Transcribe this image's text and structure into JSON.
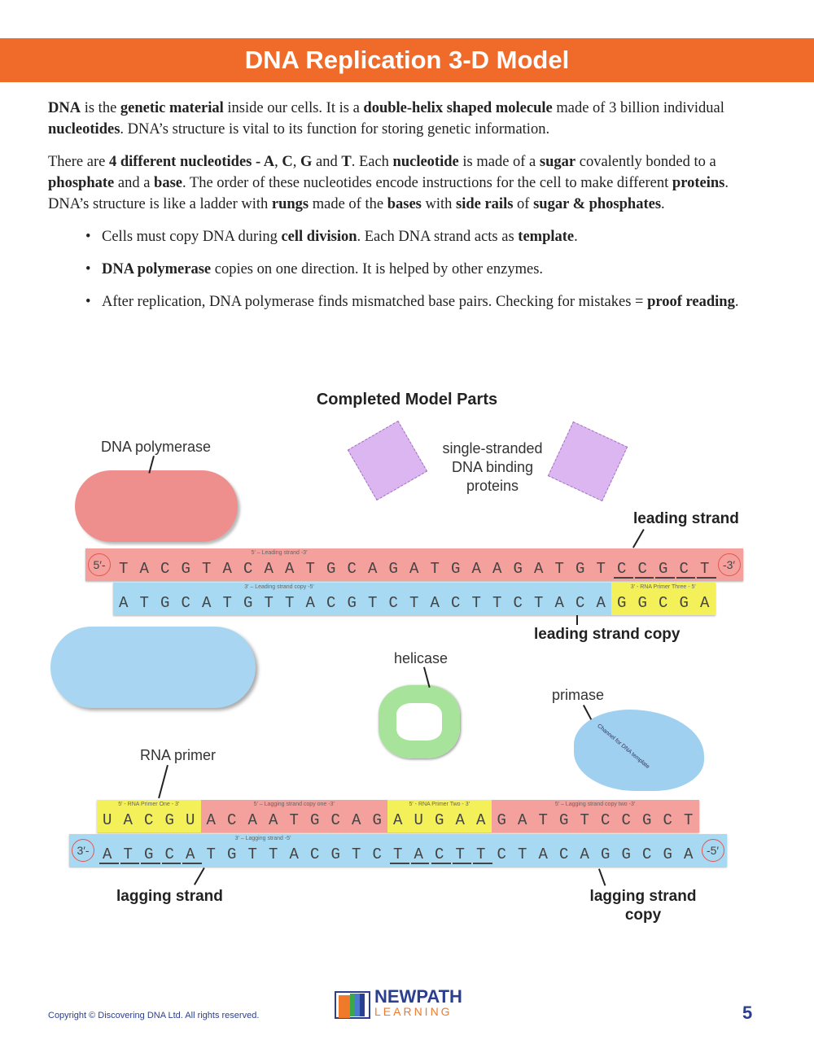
{
  "title": "DNA Replication 3-D Model",
  "paragraphs": [
    [
      {
        "t": "DNA",
        "b": 1
      },
      {
        "t": " is the "
      },
      {
        "t": "genetic material",
        "b": 1
      },
      {
        "t": " inside our cells. It is a "
      },
      {
        "t": "double-helix shaped molecule",
        "b": 1
      },
      {
        "t": " made of 3 billion individual "
      },
      {
        "t": "nucleotides",
        "b": 1
      },
      {
        "t": ". DNA’s structure is vital to its function for storing genetic information."
      }
    ],
    [
      {
        "t": "There are "
      },
      {
        "t": "4 different nucleotides - A",
        "b": 1
      },
      {
        "t": ", "
      },
      {
        "t": "C",
        "b": 1
      },
      {
        "t": ", "
      },
      {
        "t": "G",
        "b": 1
      },
      {
        "t": " and "
      },
      {
        "t": "T",
        "b": 1
      },
      {
        "t": ". Each "
      },
      {
        "t": "nucleotide",
        "b": 1
      },
      {
        "t": " is made of a "
      },
      {
        "t": "sugar",
        "b": 1
      },
      {
        "t": " covalently bonded to a "
      },
      {
        "t": "phosphate",
        "b": 1
      },
      {
        "t": " and a "
      },
      {
        "t": "base",
        "b": 1
      },
      {
        "t": ". The order of these nucleotides encode instructions for the cell to make different "
      },
      {
        "t": "proteins",
        "b": 1
      },
      {
        "t": ". DNA’s structure is like a ladder with "
      },
      {
        "t": "rungs",
        "b": 1
      },
      {
        "t": " made of the "
      },
      {
        "t": "bases",
        "b": 1
      },
      {
        "t": " with "
      },
      {
        "t": "side rails",
        "b": 1
      },
      {
        "t": " of "
      },
      {
        "t": "sugar & phosphates",
        "b": 1
      },
      {
        "t": "."
      }
    ]
  ],
  "bullets": [
    [
      {
        "t": "Cells must copy DNA during "
      },
      {
        "t": "cell division",
        "b": 1
      },
      {
        "t": ". Each DNA strand acts as "
      },
      {
        "t": "template",
        "b": 1
      },
      {
        "t": "."
      }
    ],
    [
      {
        "t": "DNA polymerase",
        "b": 1
      },
      {
        "t": " copies on one direction. It is helped by other enzymes."
      }
    ],
    [
      {
        "t": "After replication, DNA polymerase finds mismatched base pairs. Checking for mistakes = "
      },
      {
        "t": "proof reading",
        "b": 1
      },
      {
        "t": "."
      }
    ]
  ],
  "model": {
    "heading": "Completed Model Parts",
    "labels": {
      "polymerase": "DNA polymerase",
      "ssb": "single-stranded DNA binding proteins",
      "leading": "leading strand",
      "leading_copy": "leading strand copy",
      "helicase": "helicase",
      "primase": "primase",
      "rna_primer": "RNA primer",
      "lagging": "lagging strand",
      "lagging_copy": "lagging strand copy",
      "primase_channel": "Channel for DNA template"
    },
    "leading_strand": {
      "start": "5′-",
      "end": "-3′",
      "segments": [
        {
          "color": "pink",
          "tag": "5′ – Leading strand -3′",
          "seq": "TACGTACAATGCAGAT"
        },
        {
          "color": "pink",
          "tag": "",
          "seq": "GAAGATGTCCGCT",
          "underline": [
            8,
            9,
            10,
            11,
            12
          ]
        }
      ]
    },
    "leading_copy": {
      "segments": [
        {
          "color": "blue",
          "tag": "3′ – Leading strand copy -5′",
          "seq": "ATGCATGTTACGTCTA"
        },
        {
          "color": "blue",
          "tag": "",
          "seq": "CTTCTACA"
        },
        {
          "color": "yellow",
          "tag": "3′ - RNA Primer Three - 5′",
          "seq": "GGCGA"
        }
      ]
    },
    "lagging_copy": {
      "segments": [
        {
          "color": "yellow",
          "tag": "5′ - RNA Primer One - 3′",
          "seq": "UACGU"
        },
        {
          "color": "pink",
          "tag": "5′ – Lagging strand copy one -3′",
          "seq": "ACAATGCAG"
        },
        {
          "color": "yellow",
          "tag": "5′ - RNA Primer Two - 3′",
          "seq": "AUGAA"
        },
        {
          "color": "pink",
          "tag": "5′ – Lagging strand copy two -3′",
          "seq": "GATGTCCGCT"
        }
      ]
    },
    "lagging_strand": {
      "start": "3′-",
      "end": "-5′",
      "segments": [
        {
          "color": "blue",
          "tag": "3′ – Lagging strand -5′",
          "seq": "ATGCATGTTACGTCTA",
          "underline": [
            0,
            1,
            2,
            3,
            4,
            14,
            15
          ]
        },
        {
          "color": "blue",
          "tag": "",
          "seq": "CTTCTACAGGCGA",
          "underline": [
            0,
            1,
            2
          ]
        }
      ]
    }
  },
  "footer": {
    "copyright": "Copyright © Discovering DNA Ltd. All rights reserved.",
    "logo_top": "NEWPATH",
    "logo_bottom": "LEARNING",
    "page": "5"
  },
  "colors": {
    "header": "#f06a2a",
    "pink": "#f4a09c",
    "blue": "#a7d9f2",
    "yellow": "#f3f05a",
    "purple": "#d9b3ee",
    "green": "#a7e39a"
  }
}
